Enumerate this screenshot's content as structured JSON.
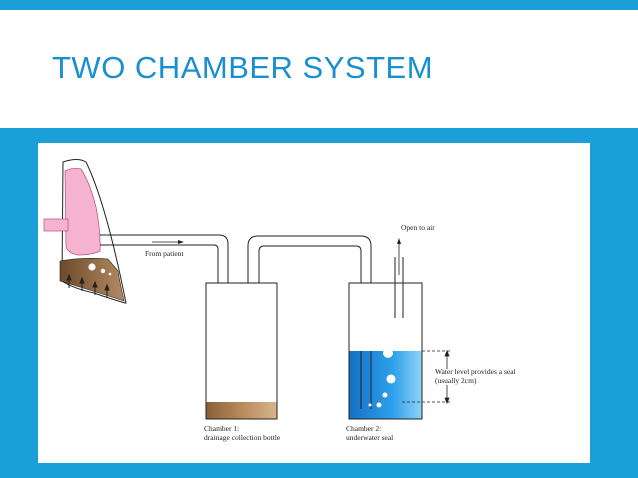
{
  "slide": {
    "title": "TWO CHAMBER SYSTEM",
    "colors": {
      "accent": "#1a9fd8",
      "title": "#1a8fd0",
      "lung": "#f6b3cf",
      "drainage": "#a87b4f",
      "water": "#1e88d6"
    }
  },
  "diagram": {
    "from_patient": "From patient",
    "open_to_air": "Open to air",
    "chamber1_line1": "Chamber 1:",
    "chamber1_line2": "drainage collection bottle",
    "chamber2_line1": "Chamber 2:",
    "chamber2_line2": "underwater seal",
    "water_level_line1": "Water level provides a seal",
    "water_level_line2": "(usually 2cm)"
  }
}
